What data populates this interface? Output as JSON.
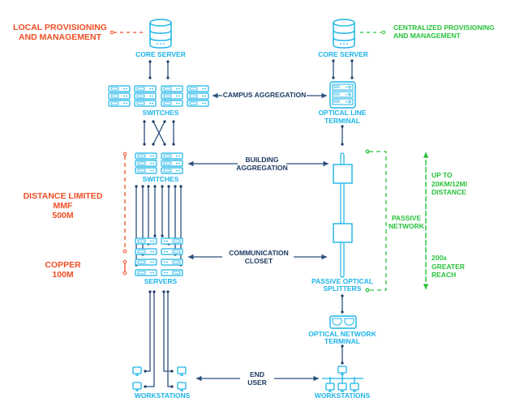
{
  "colors": {
    "icon": "#1cb4e8",
    "link": "#2b4f7c",
    "dot": "#1d3a63",
    "local": "#f04e23",
    "centralized": "#27c33a"
  },
  "left": {
    "management": "LOCAL PROVISIONING\nAND MANAGEMENT",
    "core_server": "CORE SERVER",
    "switches_top": "SWITCHES",
    "switches_mid": "SWITCHES",
    "servers": "SERVERS",
    "workstations": "WORKSTATIONS",
    "distance_limited": "DISTANCE LIMITED\nMMF\n500M",
    "copper": "COPPER\n100M"
  },
  "right": {
    "management": "CENTRALIZED PROVISIONING\nAND MANAGEMENT",
    "core_server": "CORE SERVER",
    "olt": "OPTICAL LINE\nTERMINAL",
    "splitters": "PASSIVE OPTICAL\nSPLITTERS",
    "ont": "OPTICAL NETWORK\nTERMINAL",
    "workstations": "WORKSTATIONS",
    "passive_network": "PASSIVE\nNETWORK",
    "distance": "UP TO\n20KM/12MI\nDISTANCE",
    "reach": "200x\nGREATER\nREACH"
  },
  "center": {
    "campus_aggregation": "CAMPUS AGGREGATION",
    "building_aggregation": "BUILDING\nAGGREGATION",
    "communication_closet": "COMMUNICATION\nCLOSET",
    "end_user": "END\nUSER"
  },
  "icons": {
    "core_server": "database-icon",
    "switch": "rack-switch-icon",
    "server": "rack-server-icon",
    "olt": "olt-chassis-icon",
    "splitter": "splitter-box-icon",
    "ont": "ont-icon",
    "workstation": "monitor-icon"
  }
}
